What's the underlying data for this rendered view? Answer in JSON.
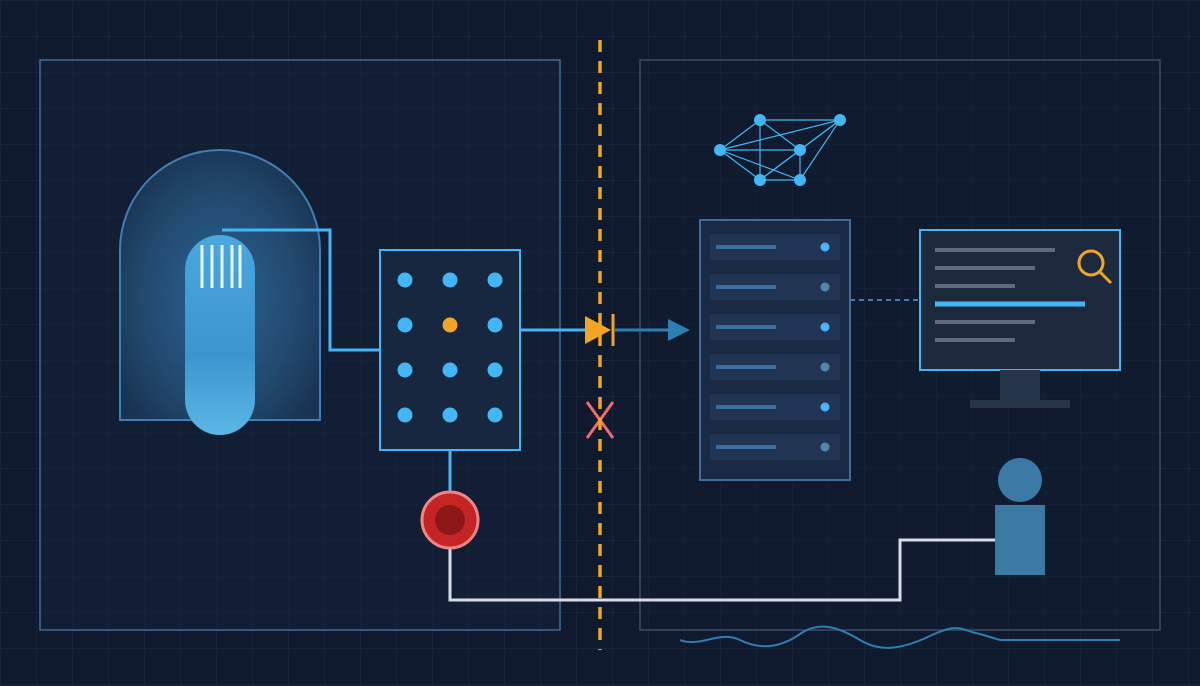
{
  "colors": {
    "background": "#101a2e",
    "grid": "#1c2f4b",
    "panel_border": "#3f6d9c",
    "panel_border_dim": "#3a4d66",
    "accent_blue": "#43b6f5",
    "accent_orange": "#f2a425",
    "alert_red": "#e05a5a",
    "stop_red": "#c42424",
    "signal_white": "#d8dde3",
    "server_fill": "#1a2a45",
    "monitor_fill": "#1d2a3e",
    "person_blue": "#3c7aa6"
  },
  "diagram": {
    "reactor_zone": {
      "icon": "reactor-containment-icon"
    },
    "control_module": {
      "icon": "control-panel-grid-icon",
      "indicator_states": [
        "normal",
        "normal",
        "normal",
        "normal",
        "active",
        "normal",
        "normal",
        "normal",
        "normal",
        "normal",
        "normal",
        "normal"
      ]
    },
    "boundary": {
      "icon": "air-gap-boundary-icon",
      "style": "dashed"
    },
    "data_diode": {
      "icon": "data-diode-icon",
      "direction": "one-way-outbound"
    },
    "blocked_return": {
      "icon": "blocked-connection-icon"
    },
    "emergency_stop": {
      "icon": "emergency-stop-button-icon"
    },
    "enterprise_zone": {
      "network_icon": "network-graph-icon",
      "server_icon": "server-rack-icon",
      "server_slots": 6,
      "monitor_icon": "monitoring-display-icon",
      "search_icon": "magnifier-icon",
      "operator_icon": "operator-person-icon",
      "signal_icon": "waveform-icon"
    }
  }
}
